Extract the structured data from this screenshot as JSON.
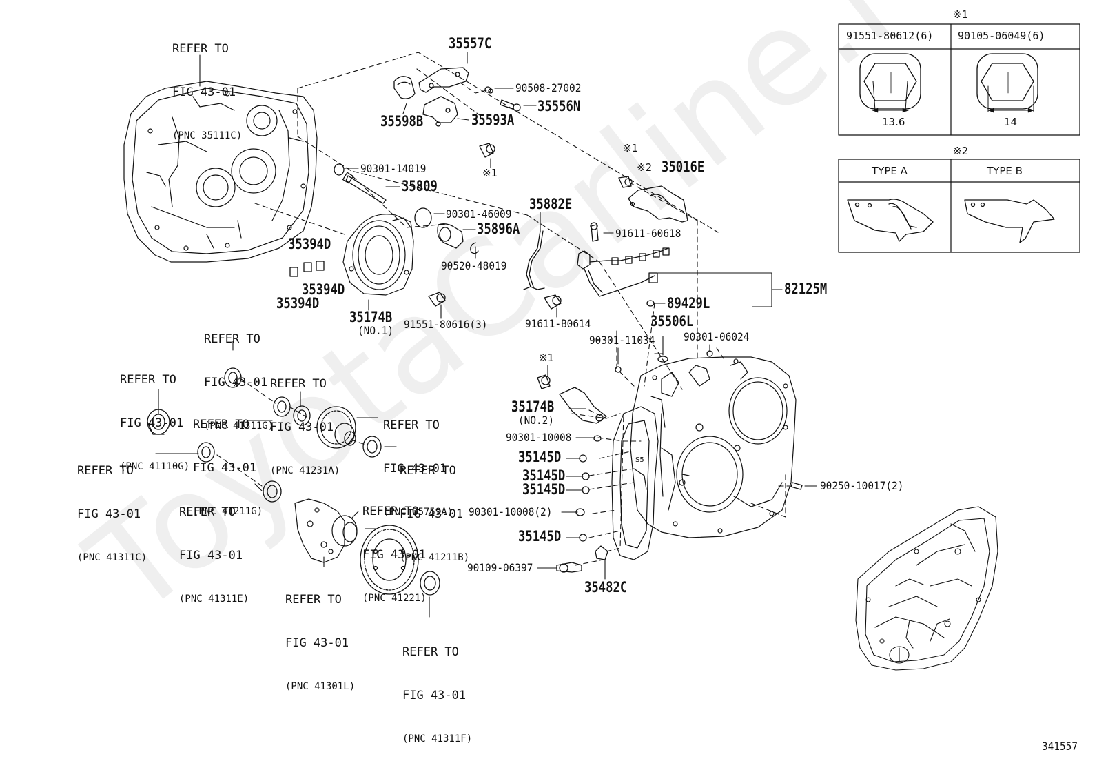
{
  "diagram_id": "341557",
  "watermark": "ToyotaCarline.ru",
  "legend": {
    "note1": {
      "mark": "※1",
      "headers": [
        "91551-80612(6)",
        "90105-06049(6)"
      ],
      "dims": [
        "13.6",
        "14"
      ]
    },
    "note2": {
      "mark": "※2",
      "headers": [
        "TYPE A",
        "TYPE B"
      ]
    }
  },
  "part_labels": {
    "p35557C": "35557C",
    "p90508": "90508-27002",
    "p35556N": "35556N",
    "p35598B": "35598B",
    "p35593A": "35593A",
    "m1a": "※1",
    "p90301_14019": "90301-14019",
    "p35809": "35809",
    "p90301_46009": "90301-46009",
    "p35896A": "35896A",
    "p90520": "90520-48019",
    "p35882E": "35882E",
    "m1b": "※1",
    "m2": "※2",
    "p35016E": "35016E",
    "p91611_60618": "91611-60618",
    "p82125M": "82125M",
    "p89429L": "89429L",
    "p35394D_a": "35394D",
    "p35394D_b": "35394D",
    "p35394D_c": "35394D",
    "p35174B": "35174B",
    "p35174B_no1": "(NO.1)",
    "p91551_80616": "91551-80616(3)",
    "p91611_B0614": "91611-B0614",
    "p35506L": "35506L",
    "p90301_11034": "90301-11034",
    "p90301_06024": "90301-06024",
    "m1c": "※1",
    "p35174B2": "35174B",
    "p35174B_no2": "(NO.2)",
    "p90301_10008": "90301-10008",
    "p35145D_a": "35145D",
    "p35145D_b": "35145D",
    "p35145D_c": "35145D",
    "p90301_10008_2": "90301-10008(2)",
    "p35145D_d": "35145D",
    "p90109": "90109-06397",
    "p35482C": "35482C",
    "p90250": "90250-10017(2)"
  },
  "refer_notes": {
    "r35111C": [
      "REFER TO",
      "FIG 43-01",
      "(PNC 35111C)"
    ],
    "r41311G": [
      "REFER TO",
      "FIG 43-01",
      "(PNC 41311G)"
    ],
    "r41110G": [
      "REFER TO",
      "FIG 43-01",
      "(PNC 41110G)"
    ],
    "r41231A": [
      "REFER TO",
      "FIG 43-01",
      "(PNC 41231A)"
    ],
    "r41211G": [
      "REFER TO",
      "FIG 43-01",
      "(PNC 41211G)"
    ],
    "r35759A": [
      "REFER TO",
      "FIG 43-01",
      "(PNC 35759A)"
    ],
    "r41211B": [
      "REFER TO",
      "FIG 43-01",
      "(PNC 41211B)"
    ],
    "r41311C": [
      "REFER TO",
      "FIG 43-01",
      "(PNC 41311C)"
    ],
    "r41311E": [
      "REFER TO",
      "FIG 43-01",
      "(PNC 41311E)"
    ],
    "r41221": [
      "REFER TO",
      "FIG 43-01",
      "(PNC 41221)"
    ],
    "r41301L": [
      "REFER TO",
      "FIG 43-01",
      "(PNC 41301L)"
    ],
    "r41311F": [
      "REFER TO",
      "FIG 43-01",
      "(PNC 41311F)"
    ]
  }
}
